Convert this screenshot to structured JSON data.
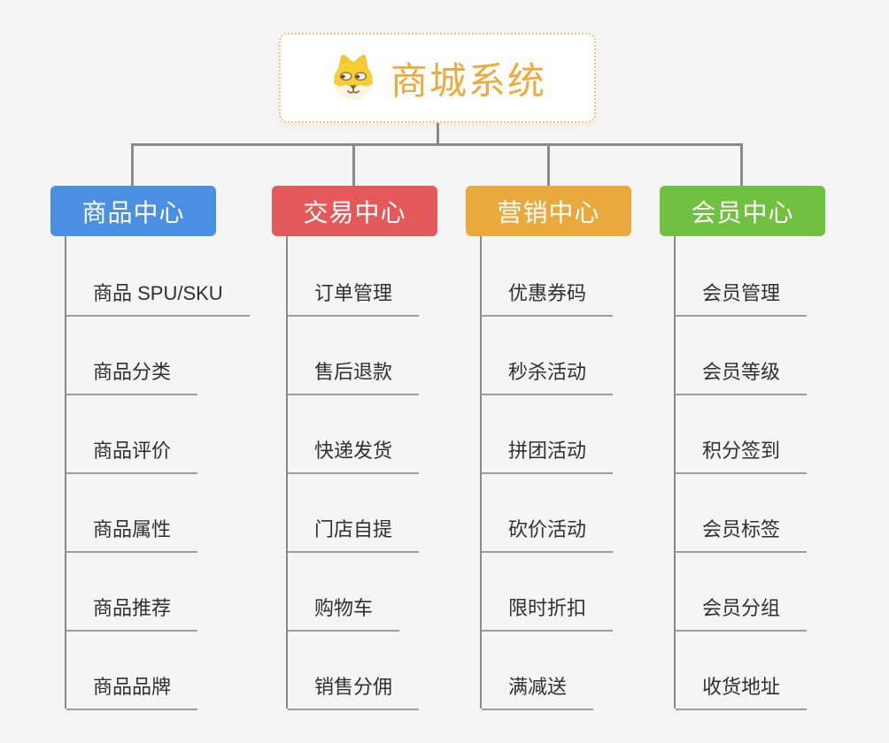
{
  "root": {
    "title": "商城系统",
    "icon": "shiba-dog-icon",
    "text_color": "#f0a93c",
    "border_color": "#f2c27e"
  },
  "connector_color": "#8a8a8a",
  "branches": [
    {
      "label": "商品中心",
      "color": "#4b90e2",
      "children": [
        "商品 SPU/SKU",
        "商品分类",
        "商品评价",
        "商品属性",
        "商品推荐",
        "商品品牌"
      ]
    },
    {
      "label": "交易中心",
      "color": "#e45a5a",
      "children": [
        "订单管理",
        "售后退款",
        "快递发货",
        "门店自提",
        "购物车",
        "销售分佣"
      ]
    },
    {
      "label": "营销中心",
      "color": "#e9a93c",
      "children": [
        "优惠券码",
        "秒杀活动",
        "拼团活动",
        "砍价活动",
        "限时折扣",
        "满减送"
      ]
    },
    {
      "label": "会员中心",
      "color": "#6fc13f",
      "children": [
        "会员管理",
        "会员等级",
        "积分签到",
        "会员标签",
        "会员分组",
        "收货地址"
      ]
    }
  ]
}
